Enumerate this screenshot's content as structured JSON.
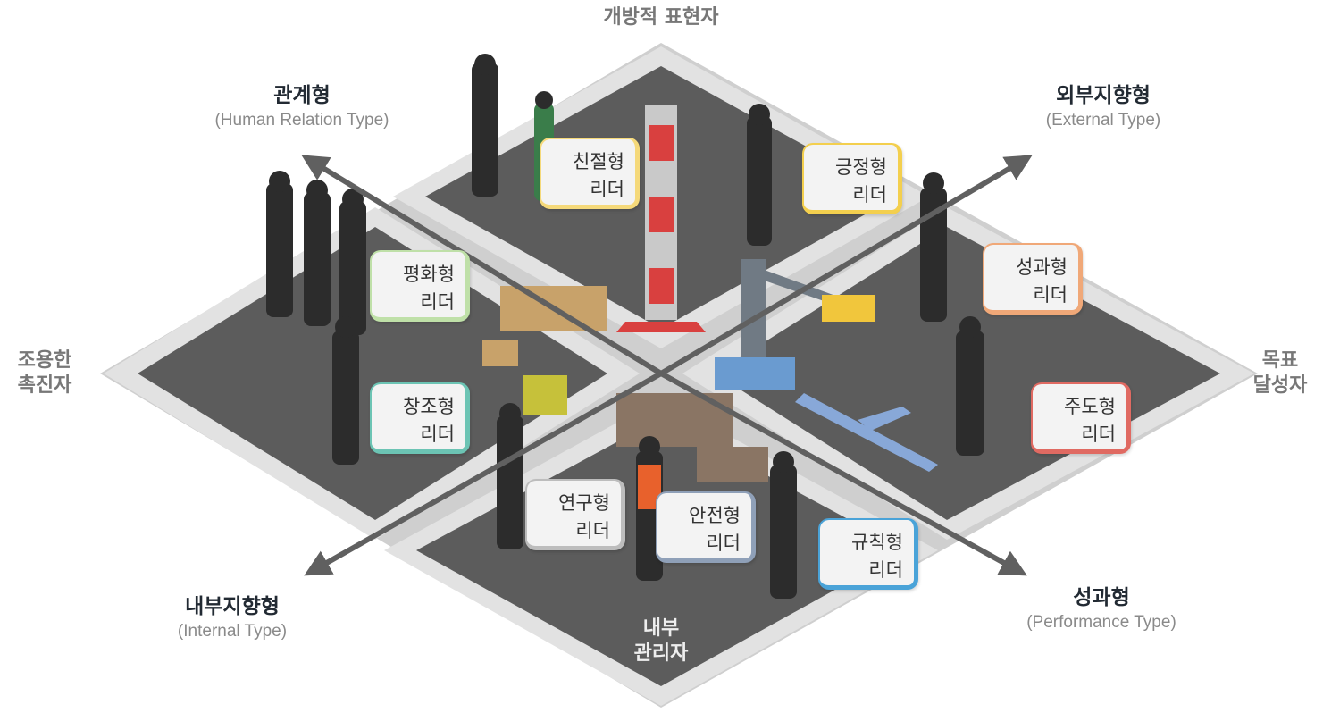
{
  "axes": {
    "top": "개방적 표현자",
    "left_line1": "조용한",
    "left_line2": "촉진자",
    "right_line1": "목표",
    "right_line2": "달성자",
    "bottom_line1": "내부",
    "bottom_line2": "관리자"
  },
  "types": {
    "human_relation": {
      "title": "관계형",
      "subtitle": "(Human Relation Type)"
    },
    "external": {
      "title": "외부지향형",
      "subtitle": "(External Type)"
    },
    "internal": {
      "title": "내부지향형",
      "subtitle": "(Internal Type)"
    },
    "performance": {
      "title": "성과형",
      "subtitle": "(Performance Type)"
    }
  },
  "leaders": {
    "friendly": {
      "line1": "친절형",
      "line2": "리더",
      "color": "#f5d97a"
    },
    "positive": {
      "line1": "긍정형",
      "line2": "리더",
      "color": "#f3cf4e"
    },
    "achievement": {
      "line1": "성과형",
      "line2": "리더",
      "color": "#f0a878"
    },
    "peace": {
      "line1": "평화형",
      "line2": "리더",
      "color": "#bfe0a8"
    },
    "creative": {
      "line1": "창조형",
      "line2": "리더",
      "color": "#6cc4b4"
    },
    "leading": {
      "line1": "주도형",
      "line2": "리더",
      "color": "#e06a62"
    },
    "research": {
      "line1": "연구형",
      "line2": "리더",
      "color": "#bdbdbd"
    },
    "safety": {
      "line1": "안전형",
      "line2": "리더",
      "color": "#8fa0b8"
    },
    "rules": {
      "line1": "규칙형",
      "line2": "리더",
      "color": "#4aa3d8"
    }
  },
  "colors": {
    "platform_rim": "#d6d6d6",
    "platform_floor": "#5e5e5e",
    "arrow": "#606060"
  }
}
